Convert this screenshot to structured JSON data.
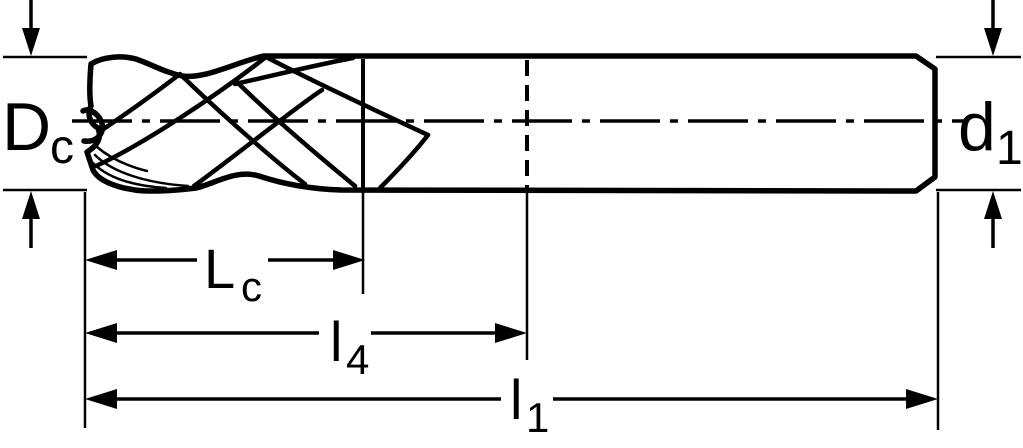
{
  "diagram": {
    "title": "End mill dimension drawing",
    "background": "#ffffff",
    "colors": {
      "body_fill": "#d9d9d9",
      "line": "#000000"
    },
    "labels": {
      "cutting_diameter": {
        "main": "D",
        "sub": "c"
      },
      "shank_diameter": {
        "main": "d",
        "sub": "1"
      },
      "cutting_length": {
        "main": "L",
        "sub": "c"
      },
      "length_l4": {
        "main": "l",
        "sub": "4"
      },
      "overall_length": {
        "main": "l",
        "sub": "1"
      }
    }
  }
}
